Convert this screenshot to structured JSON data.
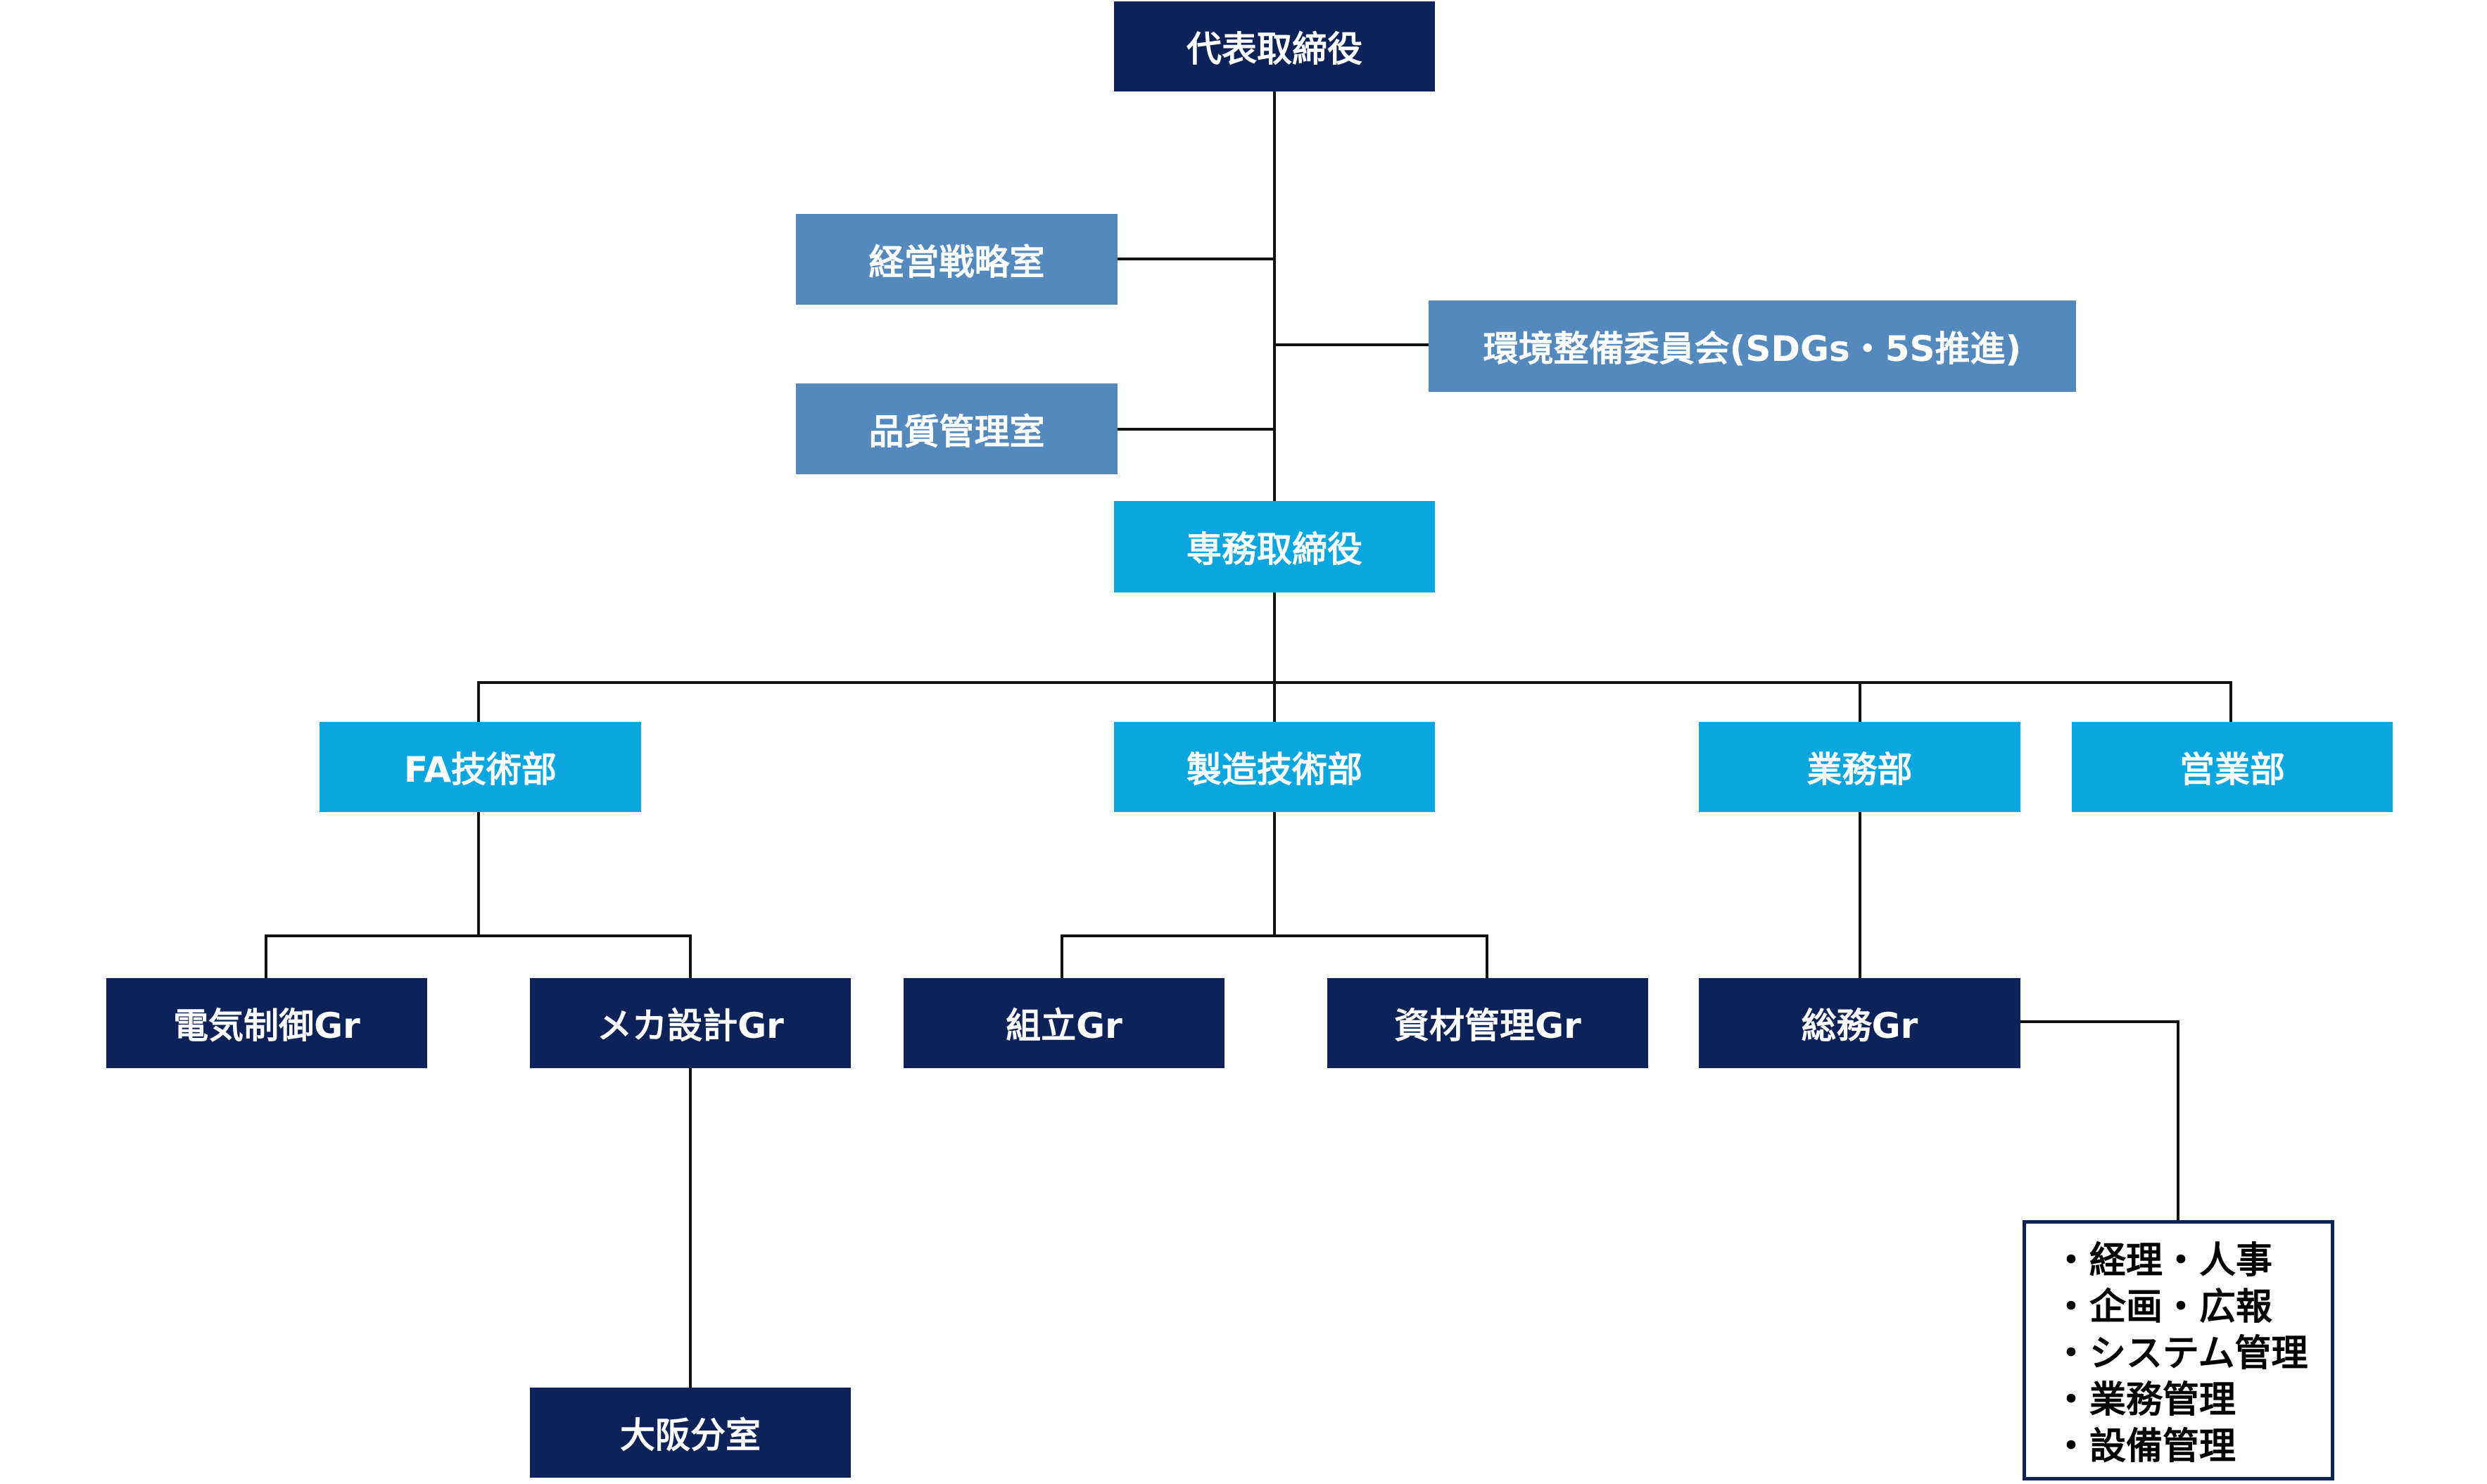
{
  "chart": {
    "ceo": "代表取締役",
    "mgmt_strategy": "経営戦略室",
    "quality_control": "品質管理室",
    "env_committee": "環境整備委員会(SDGs・5S推進)",
    "senior_md": "専務取締役",
    "fa_tech": "FA技術部",
    "mfg_tech": "製造技術部",
    "business": "業務部",
    "sales": "営業部",
    "electrical": "電気制御Gr",
    "mech_design": "メカ設計Gr",
    "osaka": "大阪分室",
    "assembly": "組立Gr",
    "materials": "資材管理Gr",
    "general_affairs": "総務Gr",
    "duties": [
      "・経理・人事",
      "・企画・広報",
      "・システム管理",
      "・業務管理",
      "・設備管理"
    ]
  },
  "colors": {
    "dark_navy": "#0d2258",
    "mid_blue": "#5389bd",
    "cyan": "#0aa6df",
    "connector": "#111111"
  }
}
